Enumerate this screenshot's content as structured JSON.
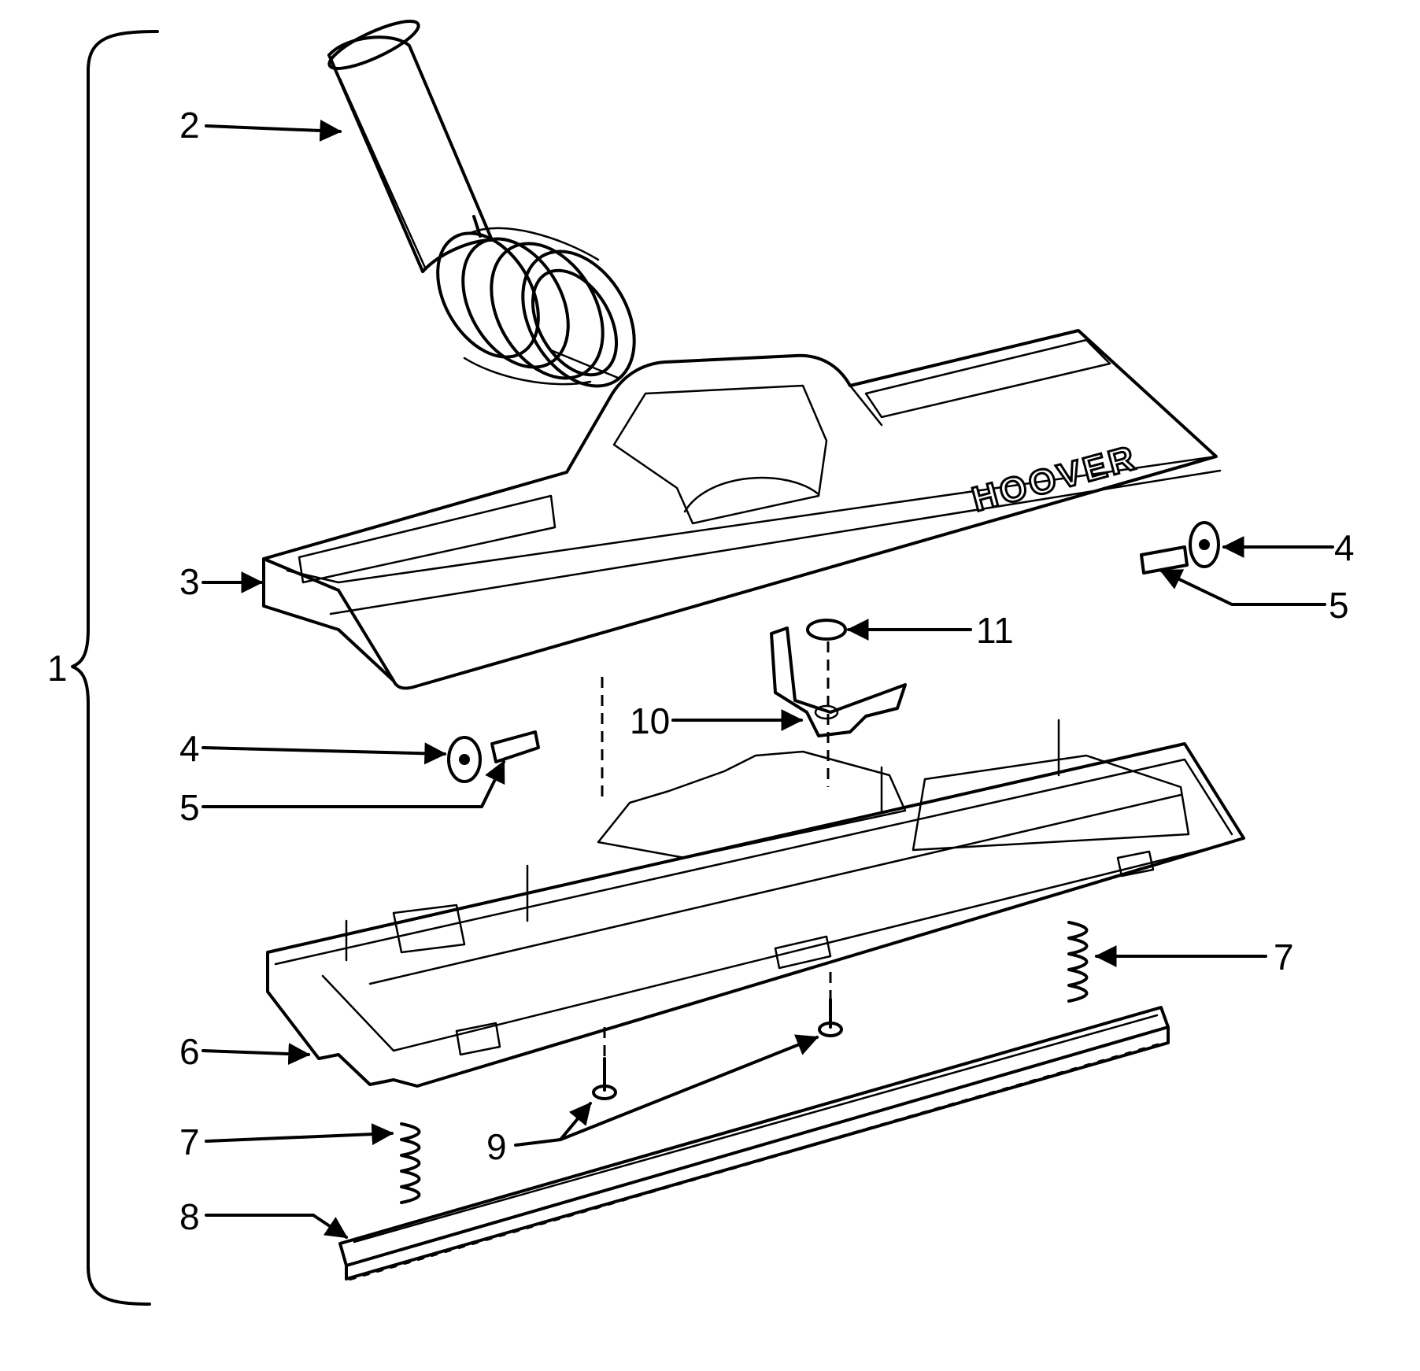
{
  "callouts": {
    "c1": "1",
    "c2": "2",
    "c3": "3",
    "c4a": "4",
    "c4b": "4",
    "c5a": "5",
    "c5b": "5",
    "c6": "6",
    "c7a": "7",
    "c7b": "7",
    "c8": "8",
    "c9": "9",
    "c10": "10",
    "c11": "11"
  },
  "brand_logo": "HOOVER"
}
